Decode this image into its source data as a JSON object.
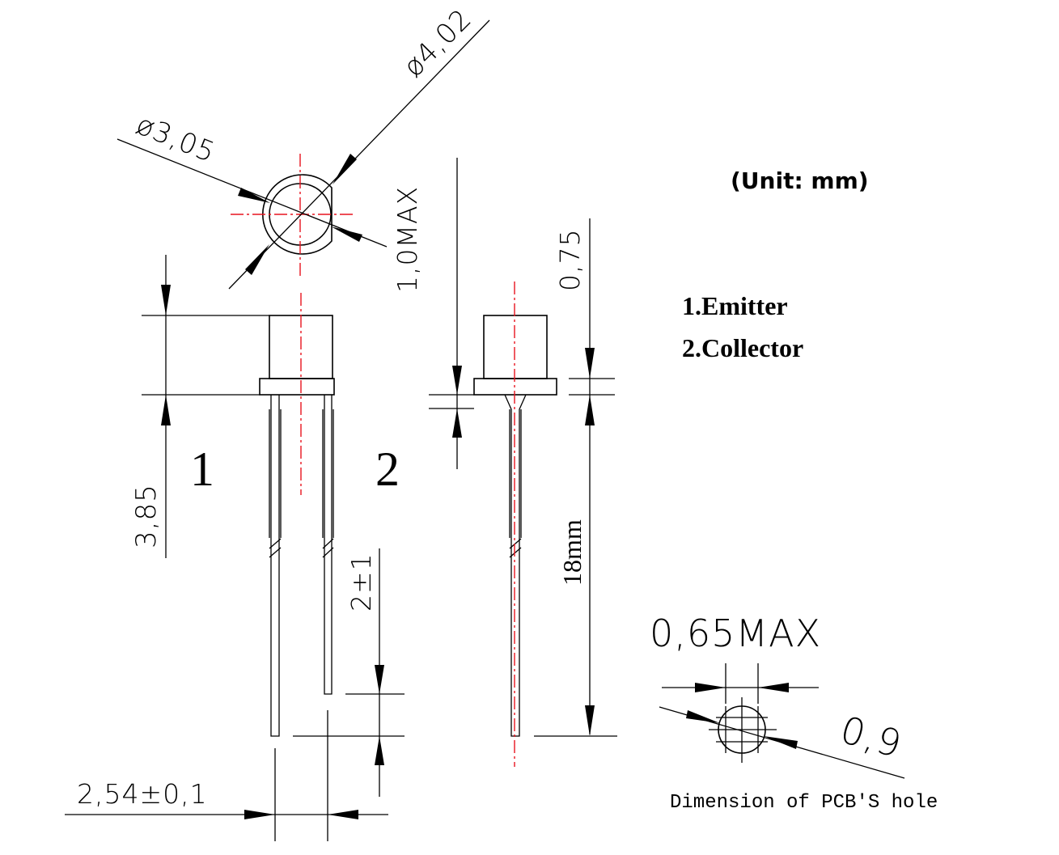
{
  "dimensions": {
    "phi_402": "ø4,02",
    "phi_305": "ø3,05",
    "max_10": "1,0MAX",
    "lead_075": "0,75",
    "body_385": "3,85",
    "lead_2pm1": "2±1",
    "pitch": "2,54±0,1",
    "lead_length": "18mm",
    "hole_065": "0,65MAX",
    "hole_09": "0,9"
  },
  "unit_note": "(Unit: mm)",
  "pins": {
    "pin1_label": "1",
    "pin2_label": "2",
    "legend_1": "1.Emitter",
    "legend_2": "2.Collector"
  },
  "pcb_caption": "Dimension of PCB'S hole",
  "colors": {
    "line": "#000000",
    "centerline": "#e8141e",
    "background": "#ffffff"
  }
}
